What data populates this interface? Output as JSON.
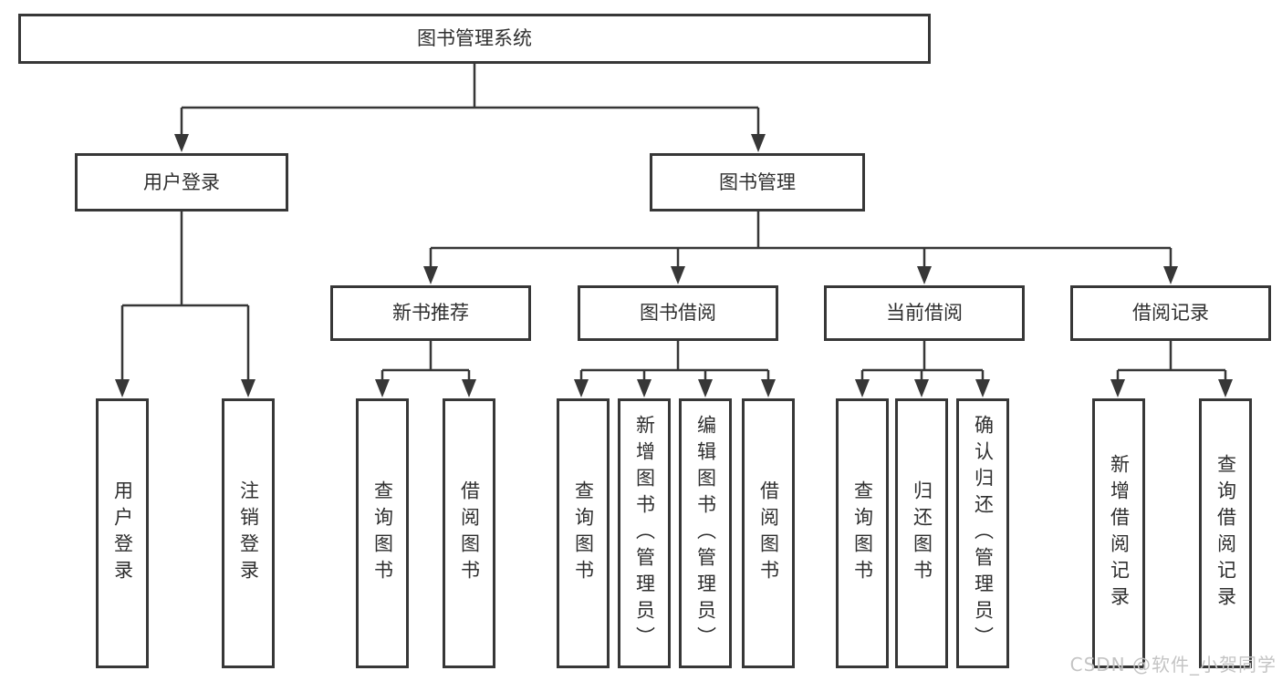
{
  "nodes": {
    "root": "图书管理系统",
    "user_login": "用户登录",
    "book_mgmt": "图书管理",
    "new_book": "新书推荐",
    "book_borrow": "图书借阅",
    "current_borrow": "当前借阅",
    "borrow_record": "借阅记录",
    "leaves_user_login": [
      "用户登录",
      "注销登录"
    ],
    "leaves_new_book": [
      "查询图书",
      "借阅图书"
    ],
    "leaves_book_borrow": [
      "查询图书",
      "新增图书（管理员）",
      "编辑图书（管理员）",
      "借阅图书"
    ],
    "leaves_current_borrow": [
      "查询图书",
      "归还图书",
      "确认归还（管理员）"
    ],
    "leaves_borrow_record": [
      "新增借阅记录",
      "查询借阅记录"
    ]
  },
  "watermark": "CSDN @软件_小贺同学",
  "colors": {
    "line": "#373737",
    "text": "#2f2f2f",
    "background": "#ffffff",
    "watermark": "#c4c4c4"
  }
}
